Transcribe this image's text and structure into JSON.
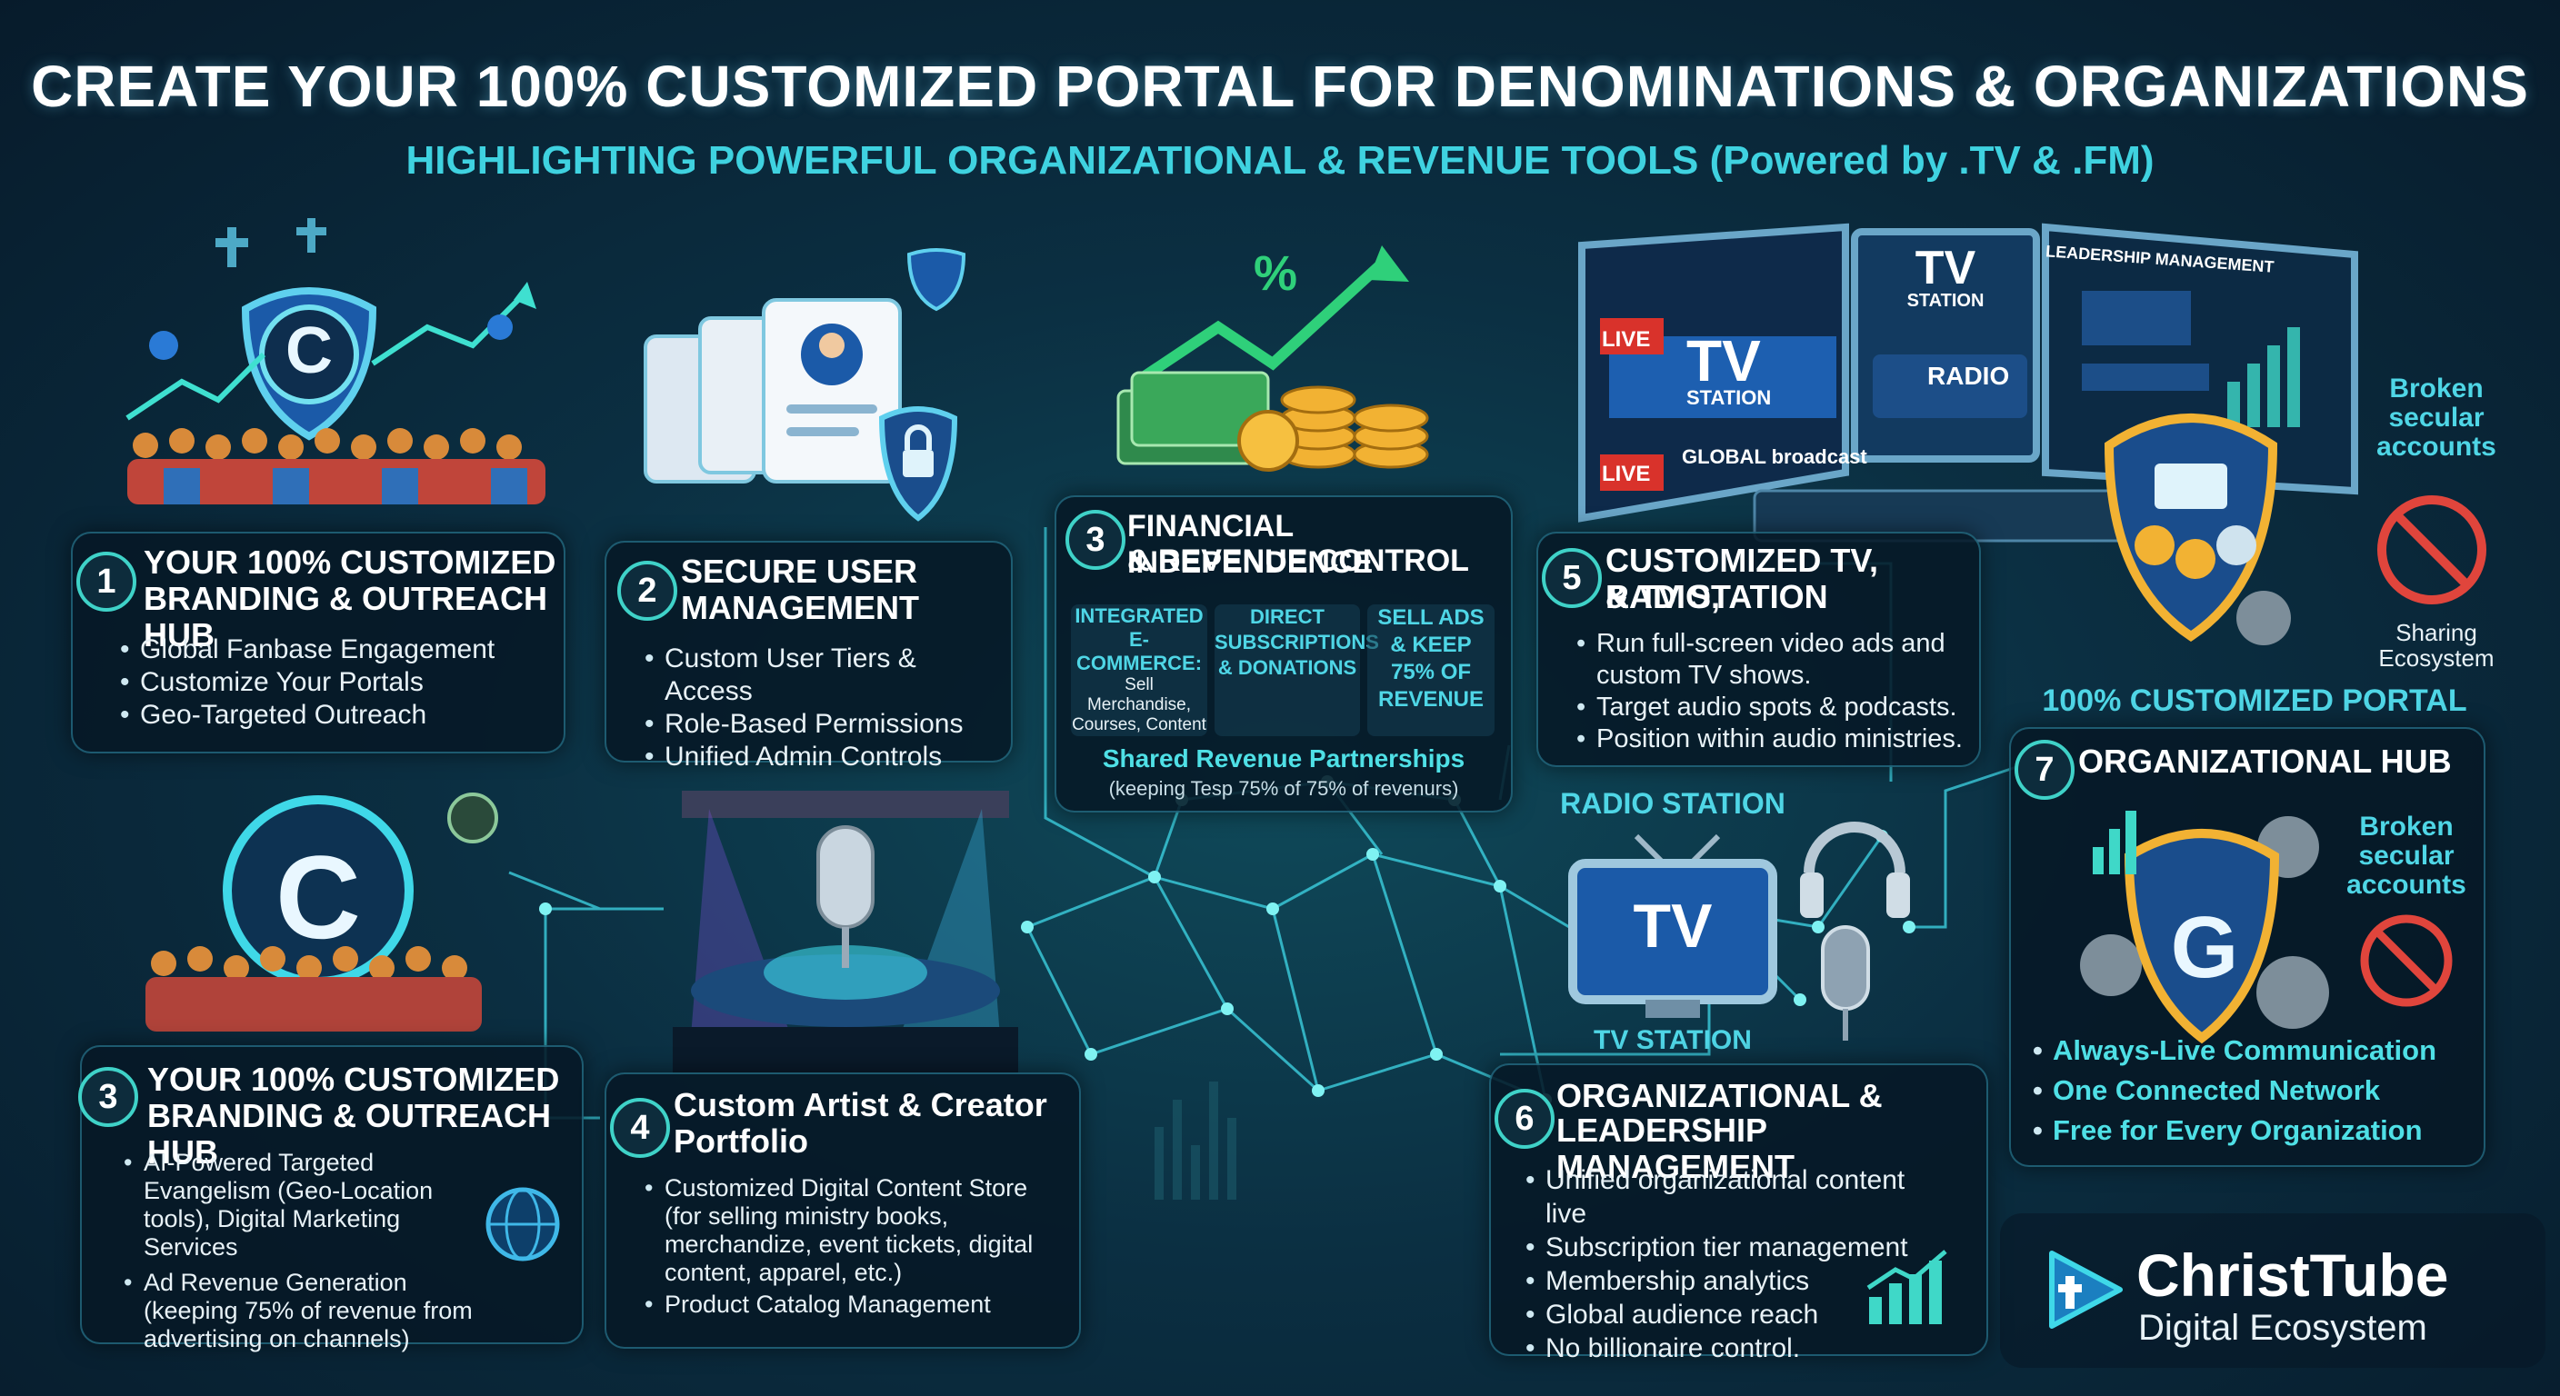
{
  "header": {
    "title": "CREATE YOUR 100% CUSTOMIZED PORTAL FOR DENOMINATIONS & ORGANIZATIONS",
    "subtitle": "HIGHLIGHTING POWERFUL ORGANIZATIONAL & REVENUE TOOLS (Powered by .TV & .FM)"
  },
  "colors": {
    "accent": "#3fd2e0",
    "panel": "#061826",
    "gold": "#f2b233",
    "danger": "#e0453c"
  },
  "panels": {
    "p1": {
      "number": "1",
      "title_line1": "YOUR 100% CUSTOMIZED",
      "title_line2": "BRANDING & OUTREACH HUB",
      "bullets": [
        "Global Fanbase Engagement",
        "Customize Your Portals",
        "Geo-Targeted Outreach"
      ]
    },
    "p2": {
      "number": "2",
      "title_line1": "SECURE USER",
      "title_line2": "MANAGEMENT",
      "bullets": [
        "Custom User Tiers & Access",
        "Role-Based Permissions",
        "Unified Admin Controls"
      ]
    },
    "p3": {
      "number": "3",
      "title_line1": "FINANCIAL INDEPENDENCE",
      "title_line2": "& REVENUE CONTROL",
      "col1_title": "INTEGRATED E-COMMERCE:",
      "col1_sub": "Sell Merchandise, Courses, Content",
      "col2_title": "DIRECT SUBSCRIPTIONS & DONATIONS",
      "col3_title": "SELL ADS & KEEP 75% OF REVENUE",
      "footer_title": "Shared Revenue Partnerships",
      "footer_sub": "(keeping Tesp 75% of 75% of revenurs)"
    },
    "p3b": {
      "number": "3",
      "title_line1": "YOUR 100% CUSTOMIZED",
      "title_line2": "BRANDING & OUTREACH HUB",
      "bullets": [
        "AI-Powered Targeted Evangelism (Geo-Location tools), Digital Marketing Services",
        "Ad Revenue Generation (keeping 75% of revenue from advertising on channels)"
      ]
    },
    "p4": {
      "number": "4",
      "title_line1": "Custom Artist & Creator",
      "title_line2": "Portfolio",
      "bullets": [
        "Customized Digital Content Store (for selling ministry books, merchandize, event tickets, digital content, apparel, etc.)",
        "Product Catalog Management"
      ]
    },
    "p5": {
      "number": "5",
      "title_line1": "CUSTOMIZED TV, RADIO,",
      "title_line2": "& TV STATION",
      "bullets": [
        "Run full-screen video ads and custom TV shows.",
        "Target audio spots & podcasts.",
        "Position within audio ministries."
      ]
    },
    "p6": {
      "number": "6",
      "title_line1": "ORGANIZATIONAL &",
      "title_line2": "LEADERSHIP MANAGEMENT",
      "bullets": [
        "Unified organizational content live",
        "Subscription tier management",
        "Membership analytics",
        "Global audience reach",
        "No billionaire control."
      ]
    },
    "p7": {
      "number": "7",
      "title": "ORGANIZATIONAL HUB",
      "bullets": [
        "Always-Live Communication",
        "One Connected Network",
        "Free for Every Organization"
      ]
    }
  },
  "labels": {
    "custom_portal": "100% CUSTOMIZED PORTAL",
    "broken_secular_1": "Broken secular accounts",
    "sharing_ecosystem": "Sharing Ecosystem",
    "broken_secular_2": "Broken secular accounts",
    "radio_station": "RADIO STATION",
    "tv_station_label": "TV STATION",
    "tv_glyph": "TV",
    "monitor_tv": "TV",
    "monitor_station": "STATION",
    "live": "LIVE",
    "global_broadcast": "GLOBAL broadcast",
    "radio": "RADIO",
    "leadership_management": "LEADERSHIP MANAGEMENT",
    "percent": "%",
    "logo_c": "C",
    "logo_g": "G"
  },
  "brand": {
    "name": "ChristTube",
    "tagline": "Digital Ecosystem"
  }
}
